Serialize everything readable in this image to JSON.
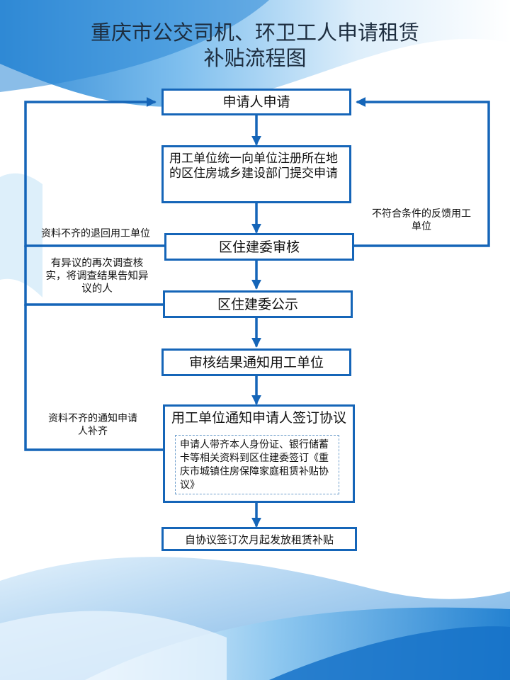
{
  "title": {
    "line1": "重庆市公交司机、环卫工人申请租赁",
    "line2": "补贴流程图"
  },
  "steps": {
    "apply": "申请人申请",
    "employer_submit": "用工单位统一向单位注册所在地的区住房城乡建设部门提交申请",
    "review": "区住建委审核",
    "publicize": "区住建委公示",
    "notify_employer": "审核结果通知用工单位",
    "sign_notice": "用工单位通知申请人签订协议",
    "sign_detail": "申请人带齐本人身份证、银行储蓄卡等相关资料到区住建委签订《重庆市城镇住房保障家庭租赁补贴协议》",
    "subsidy": "自协议签订次月起发放租赁补贴"
  },
  "notes": {
    "incomplete_return": "资料不齐的退回用工单位",
    "objection": "有异议的再次调查核实，将调查结果告知异议的人",
    "ineligible": "不符合条件的反馈用工单位",
    "incomplete_notify": "资料不齐的通知申请人补齐"
  },
  "colors": {
    "box_border": "#1565b8",
    "arrow": "#1565b8",
    "background_wave": "#2f8fd8"
  }
}
